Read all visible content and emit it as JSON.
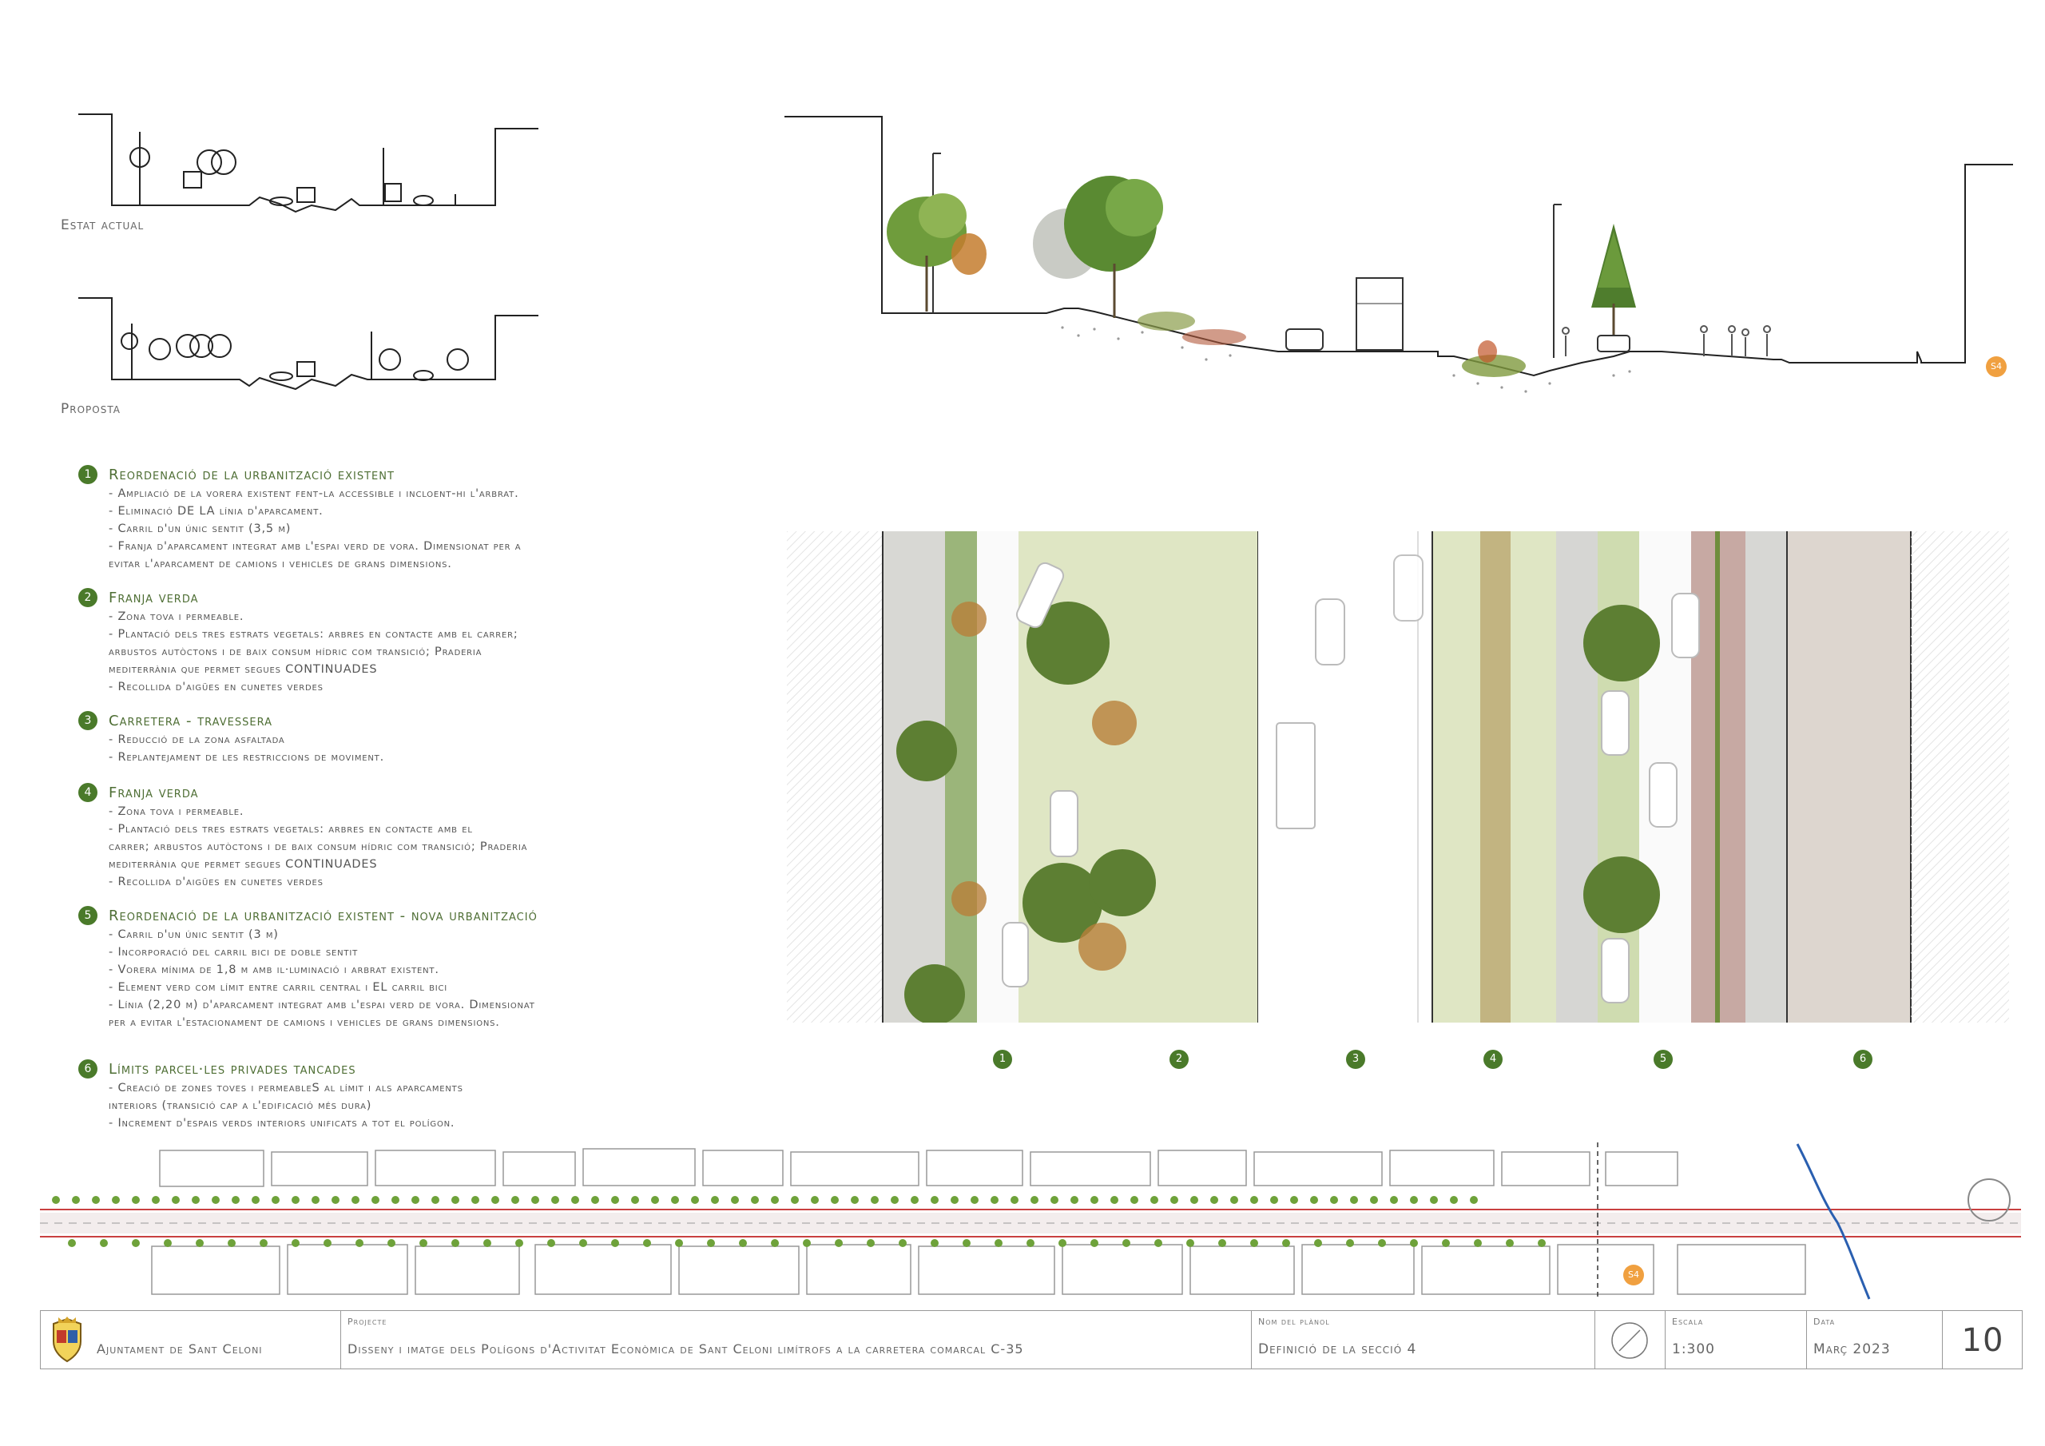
{
  "sections": {
    "current_label": "Estat actual",
    "proposal_label": "Proposta"
  },
  "section_marker": "S4",
  "legend": [
    {
      "num": "1",
      "title": "Reordenació de la urbanització existent",
      "lines": [
        "- Ampliació de la vorera existent fent-la accessible i incloent-hi  l'arbrat.",
        "- Eliminació DE LA línia d'aparcament.",
        "- Carril d'un únic sentit (3,5 m)",
        "- Franja d'aparcament integrat amb l'espai verd de vora. Dimensionat per a",
        "evitar l'aparcament de camions i vehicles de grans dimensions."
      ]
    },
    {
      "num": "2",
      "title": "Franja verda",
      "lines": [
        "- Zona tova i permeable.",
        "- Plantació dels tres estrats vegetals: arbres en contacte amb el carrer;",
        "arbustos autòctons i de baix consum hídric com transició; Praderia",
        "mediterrània que permet segues CONTINUADES",
        "- Recollida d'aigües en cunetes verdes"
      ]
    },
    {
      "num": "3",
      "title": "Carretera - travessera",
      "lines": [
        "- Reducció de la zona asfaltada",
        "- Replantejament de les restriccions de moviment."
      ]
    },
    {
      "num": "4",
      "title": "Franja verda",
      "lines": [
        "-        Zona tova i permeable.",
        "-        Plantació dels tres estrats vegetals: arbres en contacte amb el",
        "carrer; arbustos autòctons i de baix consum hídric com transició; Praderia",
        "mediterrània que permet segues CONTINUADES",
        "-        Recollida d'aigües en cunetes verdes"
      ]
    },
    {
      "num": "5",
      "title": "Reordenació de la urbanització existent - nova urbanització",
      "lines": [
        "- Carril d'un únic sentit (3 m)",
        "- Incorporació del carril bici de doble sentit",
        "- Vorera mínima de 1,8 m amb il·luminació i arbrat existent.",
        "- Element verd com límit entre carril central i EL carril bici",
        "- Línia (2,20 m) d'aparcament integrat amb l'espai verd de vora. Dimensionat",
        "per a evitar l'estacionament de camions i vehicles de grans dimensions."
      ]
    },
    {
      "num": "6",
      "title": "Límits parcel·les privades tancades",
      "lines": [
        "-        Creació de zones  toves i permeableS al límit i als aparcaments",
        "interiors (transició cap a l'edificació més dura)",
        "-        Increment d'espais verds interiors unificats a tot el polígon."
      ]
    }
  ],
  "plan_badges": [
    "1",
    "2",
    "3",
    "4",
    "5",
    "6"
  ],
  "title_block": {
    "client": "Ajuntament de Sant Celoni",
    "project_label": "Projecte",
    "project": "Disseny i imatge dels Polígons d'Activitat Econòmica de Sant Celoni limítrofs a la carretera comarcal C-35",
    "plan_name_label": "Nom del plànol",
    "plan_name": "Definició de la secció 4",
    "scale_label": "Escala",
    "scale": "1:300",
    "date_label": "Data",
    "date": "Març 2023",
    "sheet": "10"
  },
  "colors": {
    "badge_green": "#4a7a2a",
    "marker_orange": "#f0a040",
    "grass": "#dfe6c4",
    "bike_lane": "#c7a9a3",
    "pavement": "#dcdcd8"
  }
}
